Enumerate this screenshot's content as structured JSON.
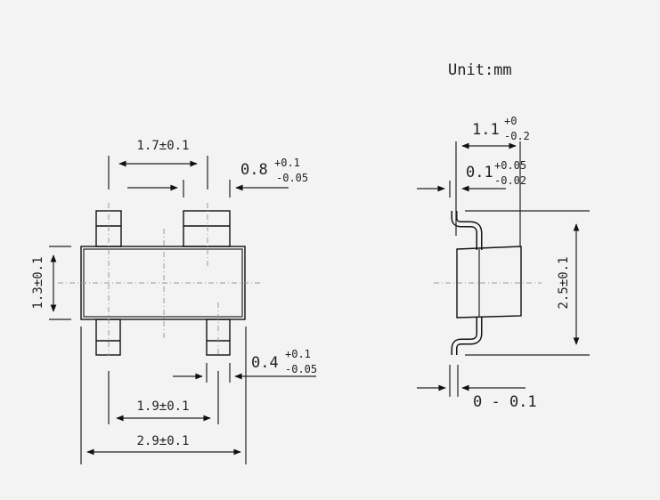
{
  "unit_label": "Unit:mm",
  "top_view": {
    "lead_pitch": "1.7±0.1",
    "lead_width_large": {
      "nominal": "0.8",
      "plus": "+0.1",
      "minus": "-0.05"
    },
    "body_width": "1.3±0.1",
    "lead_width_small": {
      "nominal": "0.4",
      "plus": "+0.1",
      "minus": "-0.05"
    },
    "lead_span": "1.9±0.1",
    "body_length": "2.9±0.1"
  },
  "side_view": {
    "height": {
      "nominal": "1.1",
      "plus": "+0",
      "minus": "-0.2"
    },
    "lead_thickness": {
      "nominal": "0.1",
      "plus": "+0.05",
      "minus": "-0.02"
    },
    "total_width": "2.5±0.1",
    "standoff": "0 - 0.1"
  }
}
